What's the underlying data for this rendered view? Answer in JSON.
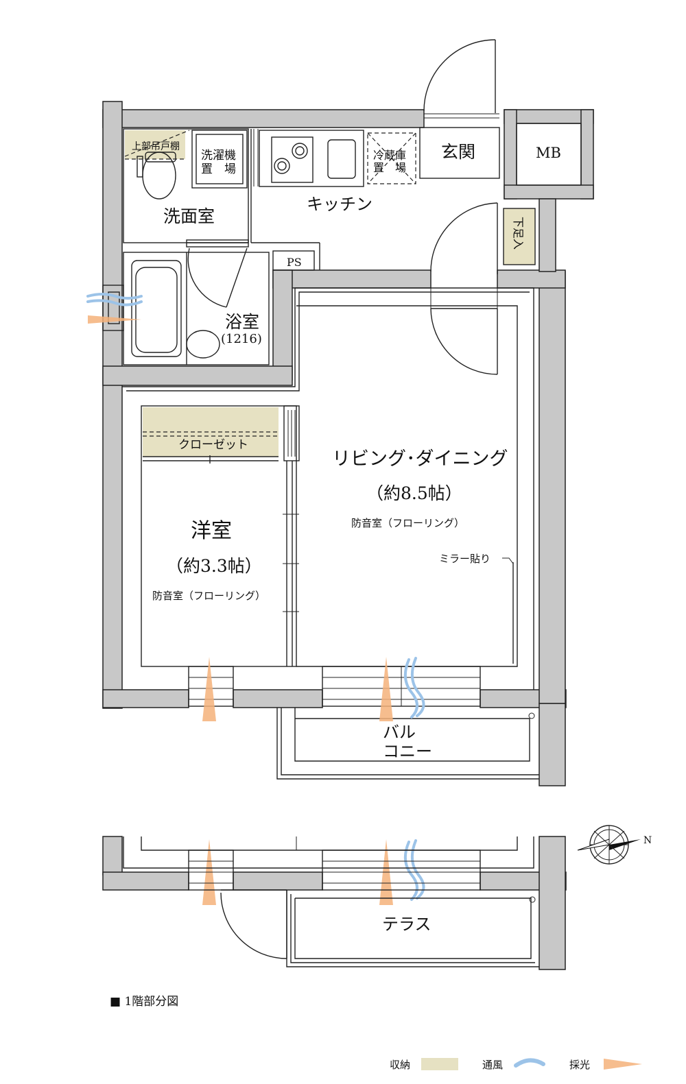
{
  "rooms": {
    "entrance": "玄関",
    "mb": "MB",
    "kitchen": "キッチン",
    "washroom": "洗面室",
    "upper_shelf": "上部吊戸棚",
    "washer_line1": "洗濯機",
    "washer_line2": "置　場",
    "fridge_line1": "冷蔵庫",
    "fridge_line2": "置　場",
    "shoe_cabinet": "下足入",
    "ps": "PS",
    "bathroom": "浴室",
    "bathroom_size": "(1216)",
    "closet": "クローゼット",
    "western_room": "洋室",
    "western_size": "（約3.3帖）",
    "western_note": "防音室（フローリング）",
    "living": "リビング･ダイニング",
    "living_size": "（約8.5帖）",
    "living_note": "防音室（フローリング）",
    "mirror": "ミラー貼り",
    "balcony_line1": "バル",
    "balcony_line2": "コニー",
    "terrace": "テラス"
  },
  "floor_caption": "■ 1階部分図",
  "compass_label": "N",
  "legend": {
    "storage": "収納",
    "ventilation": "通風",
    "lighting": "採光",
    "storage_color": "#e6e1c2",
    "ventilation_color": "#9cc3e8",
    "lighting_color": "#f4b27a"
  }
}
